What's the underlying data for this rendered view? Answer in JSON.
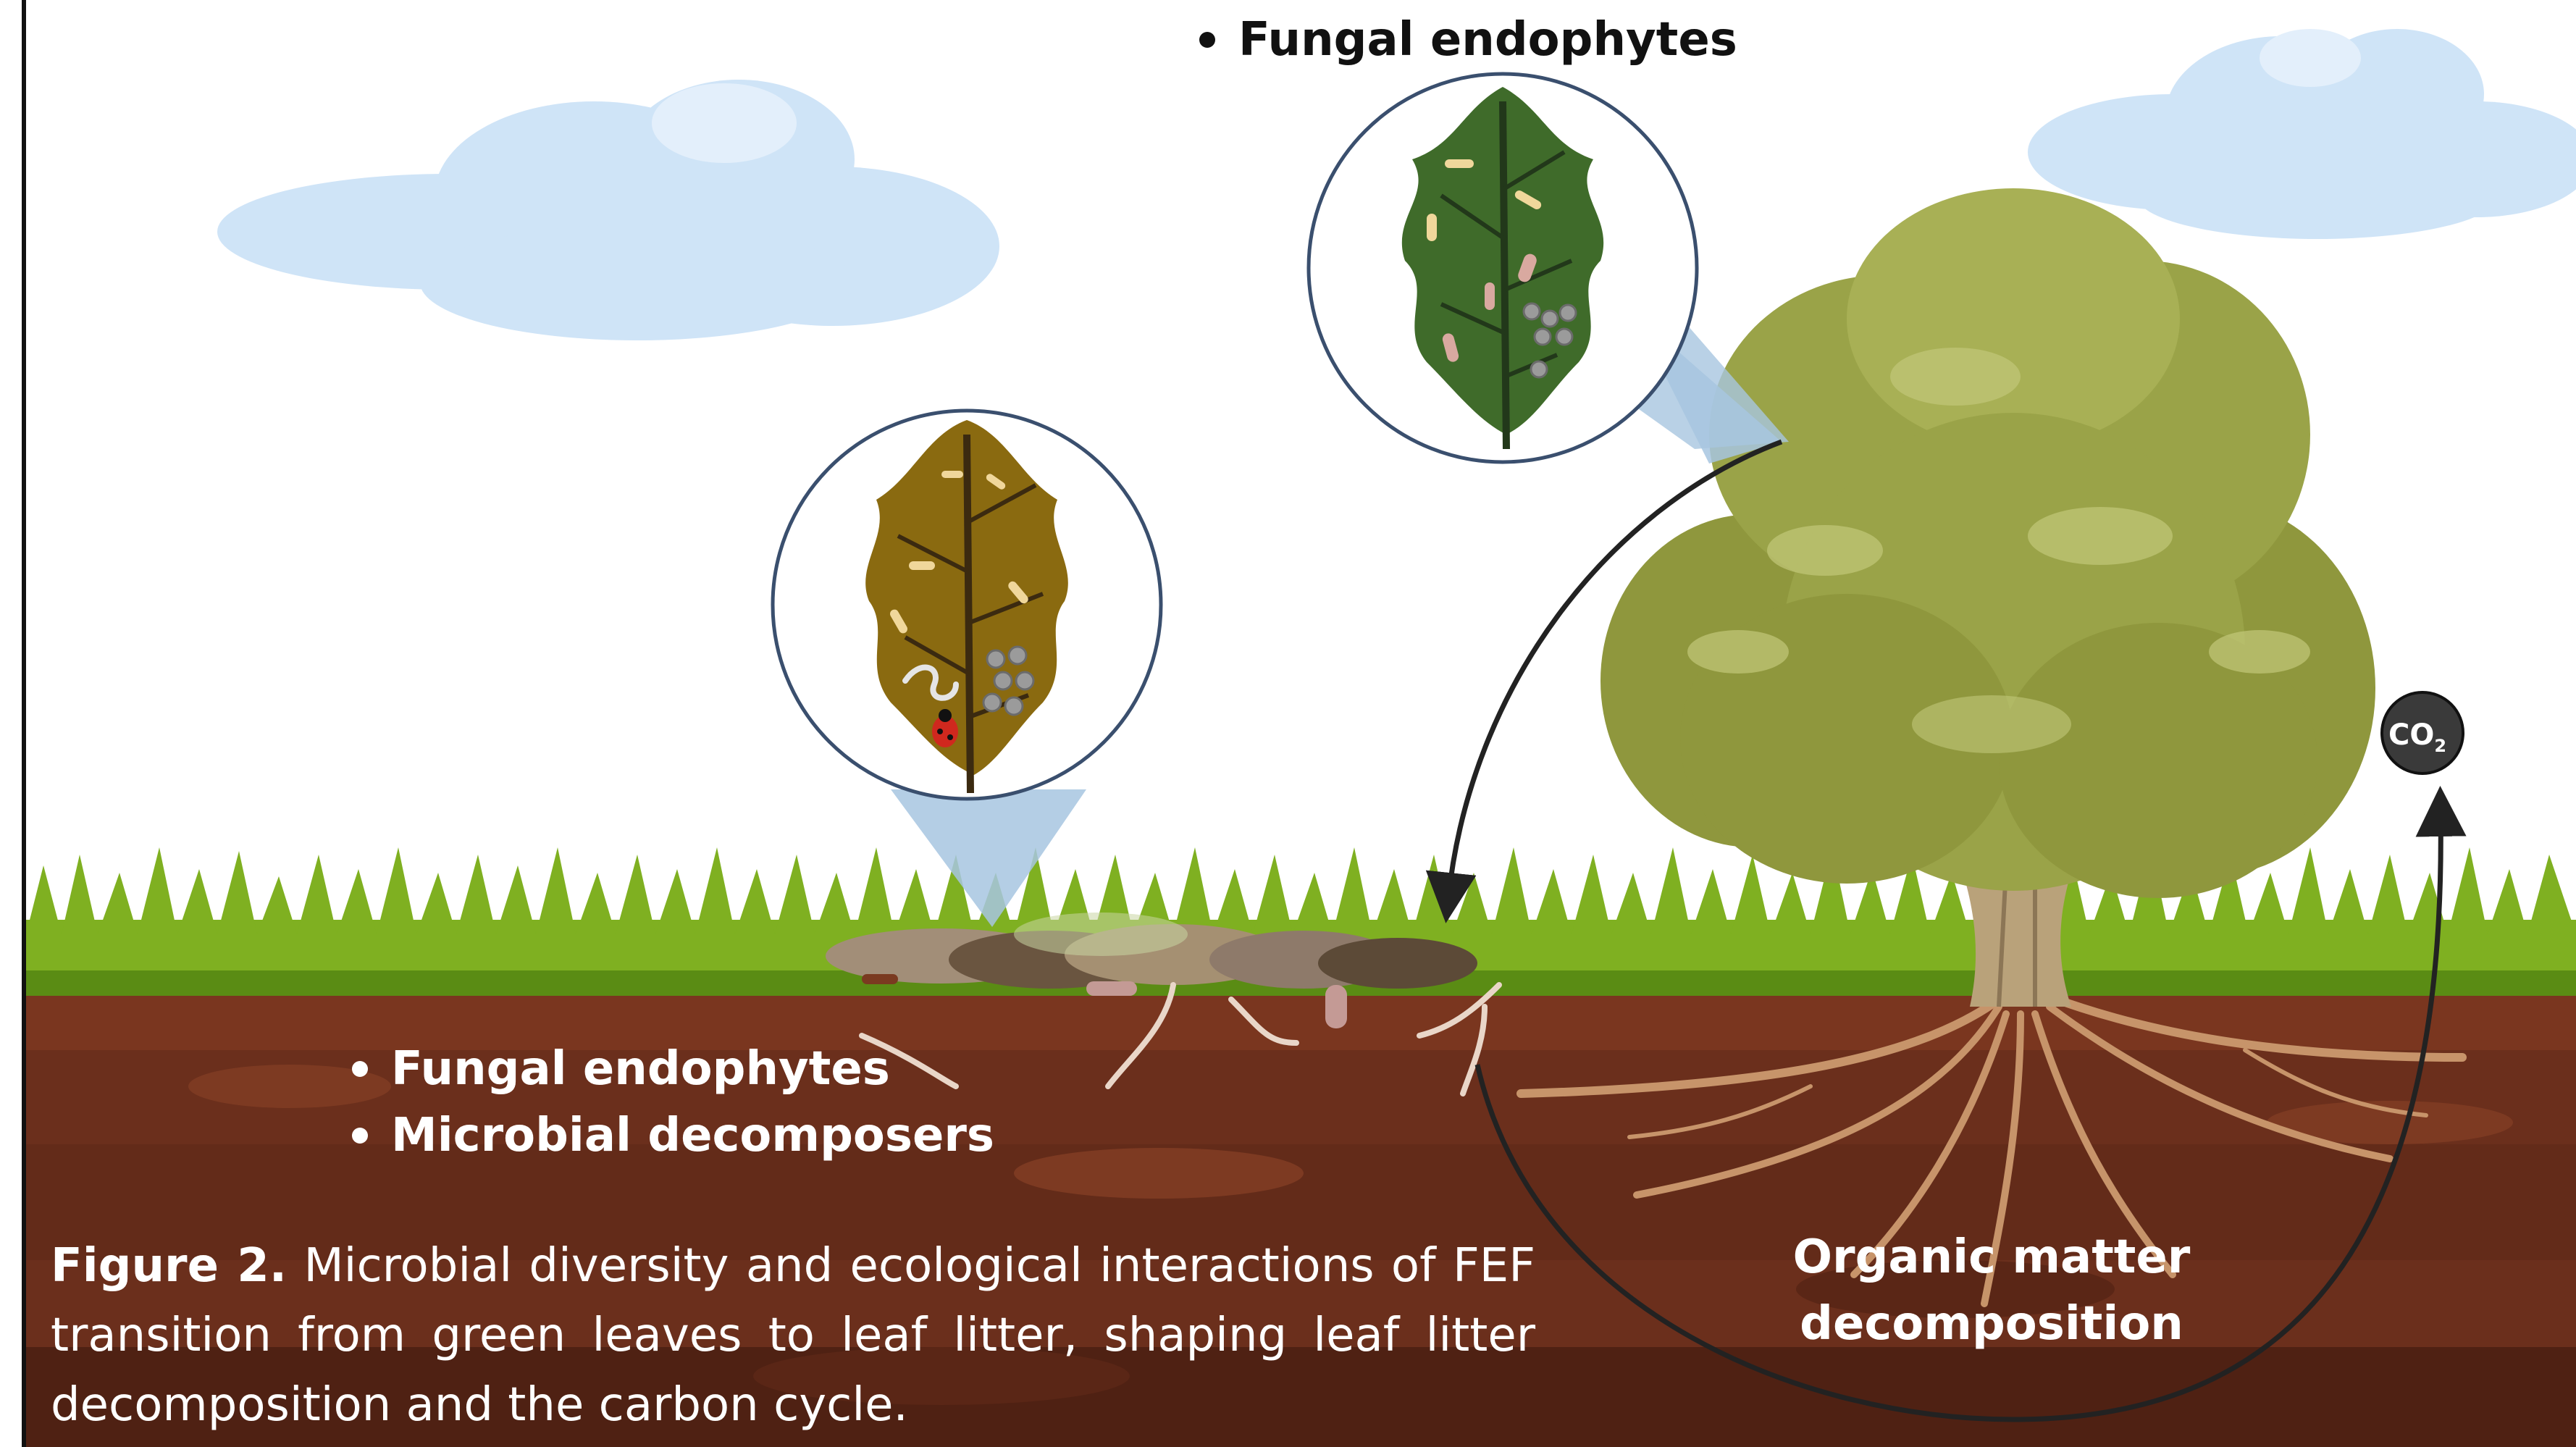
{
  "leaf_callout": {
    "items": [
      "Fungal endophytes"
    ]
  },
  "soil_callout": {
    "items": [
      "Fungal endophytes",
      "Microbial decomposers"
    ]
  },
  "caption": {
    "label": "Figure 2.",
    "text": "Microbial diversity and ecological interactions of FEF transition from green leaves to leaf litter, shaping leaf litter decomposition and the carbon cycle."
  },
  "cycle": {
    "label_line1": "Organic matter",
    "label_line2": "decomposition",
    "co2_label": "CO",
    "co2_subscript": "2"
  },
  "colors": {
    "sky_cloud": "#cfe4f7",
    "grass": "#7fb021",
    "grass_dark": "#5a8c14",
    "soil": "#6b2f1c",
    "soil_dark": "#4f2113",
    "green_leaf": "#3f6b2a",
    "litter_leaf": "#8a6a10",
    "canopy": "#9aa348",
    "trunk": "#b9a27a",
    "roots": "#c7946a",
    "cone": "#a7c6e0",
    "co2_badge": "#3a3a3a"
  }
}
